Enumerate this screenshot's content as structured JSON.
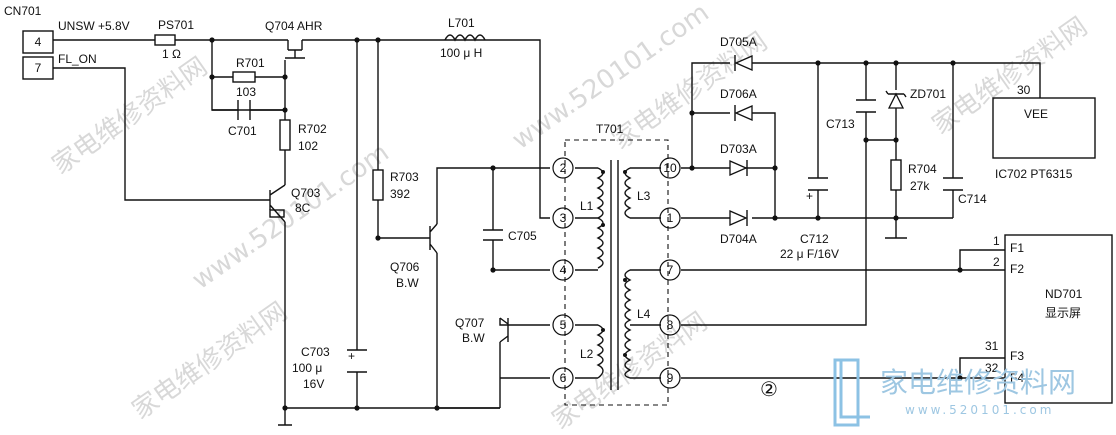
{
  "connector": {
    "name": "CN701",
    "pin_a": "4",
    "pin_b": "7",
    "net_a": "UNSW +5.8V",
    "net_b": "FL_ON"
  },
  "components": {
    "ps701": {
      "ref": "PS701",
      "val": "1 Ω"
    },
    "q704": {
      "ref": "Q704 AHR"
    },
    "r701": {
      "ref": "R701",
      "val": "103"
    },
    "c701": {
      "ref": "C701"
    },
    "r702": {
      "ref": "R702",
      "val": "102"
    },
    "q703": {
      "ref": "Q703",
      "val": "8C"
    },
    "l701": {
      "ref": "L701",
      "val": "100 μ H"
    },
    "r703": {
      "ref": "R703",
      "val": "392"
    },
    "c703": {
      "ref": "C703",
      "val1": "100 μ",
      "val2": "16V"
    },
    "q706": {
      "ref": "Q706",
      "val": "B.W"
    },
    "q707": {
      "ref": "Q707",
      "val": "B.W"
    },
    "c705": {
      "ref": "C705"
    },
    "t701": {
      "ref": "T701"
    },
    "l1": "L1",
    "l2": "L2",
    "l3": "L3",
    "l4": "L4",
    "d705": "D705A",
    "d706": "D706A",
    "d703": "D703A",
    "d704": "D704A",
    "c712": {
      "ref": "C712",
      "val": "22 μ F/16V"
    },
    "c713": "C713",
    "zd701": "ZD701",
    "r704": {
      "ref": "R704",
      "val": "27k"
    },
    "c714": "C714",
    "ic702": {
      "pin": "30",
      "label": "VEE",
      "name": "IC702 PT6315"
    },
    "nd701": {
      "name": "ND701",
      "desc": "显示屏",
      "f1": "F1",
      "f2": "F2",
      "f3": "F3",
      "f4": "F4",
      "p1": "1",
      "p2": "2",
      "p31": "31",
      "p32": "32"
    }
  },
  "pins": [
    "2",
    "3",
    "4",
    "5",
    "6",
    "10",
    "1",
    "7",
    "8",
    "9"
  ],
  "marker": "②",
  "watermark": {
    "cn": "家电维修资料网",
    "site": "www.520101.com",
    "url": "www.520101.com"
  }
}
